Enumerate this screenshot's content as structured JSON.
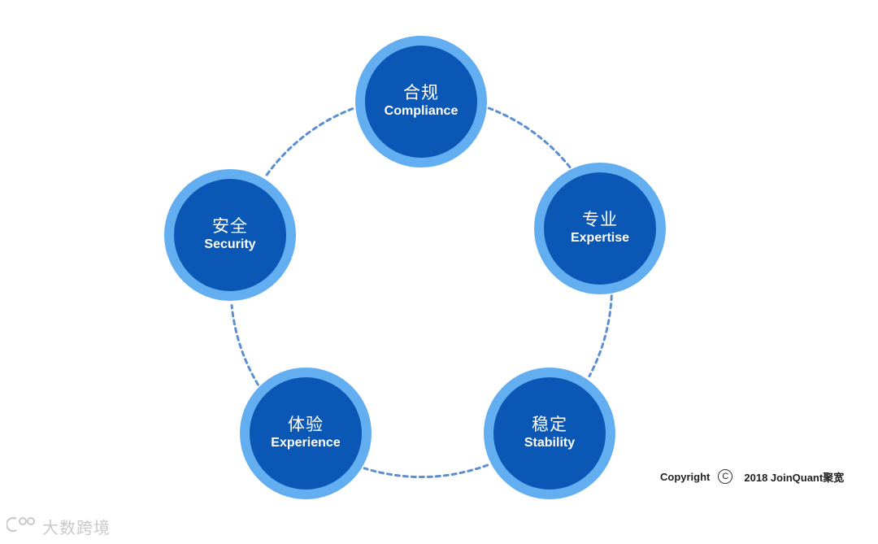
{
  "diagram": {
    "nodes": [
      {
        "id": "compliance",
        "zh": "合规",
        "en": "Compliance"
      },
      {
        "id": "expertise",
        "zh": "专业",
        "en": "Expertise"
      },
      {
        "id": "stability",
        "zh": "稳定",
        "en": "Stability"
      },
      {
        "id": "experience",
        "zh": "体验",
        "en": "Experience"
      },
      {
        "id": "security",
        "zh": "安全",
        "en": "Security"
      }
    ],
    "connector_style": "dashed",
    "colors": {
      "outer_ring": "#62aef0",
      "inner_fill": "#0a57b5",
      "connector": "#5b8fd0",
      "text": "#ffffff"
    }
  },
  "copyright": {
    "prefix": "Copyright",
    "symbol": "C",
    "suffix": "2018 JoinQuant聚宽"
  },
  "watermark": {
    "icon": "watermark-logo-icon",
    "text": "大数跨境"
  }
}
